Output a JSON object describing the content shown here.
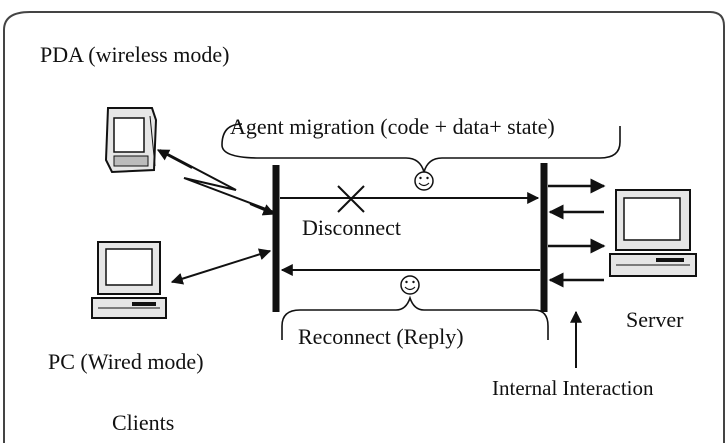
{
  "labels": {
    "pda": "PDA (wireless mode)",
    "pc": "PC (Wired mode)",
    "clients": "Clients",
    "server": "Server",
    "migration": "Agent migration (code + data+ state)",
    "disconnect": "Disconnect",
    "reconnect": "Reconnect (Reply)",
    "internal": "Internal Interaction"
  },
  "colors": {
    "ink": "#111111",
    "frame": "#444444",
    "device_fill": "#e6e6e6",
    "screen_fill": "#ffffff"
  },
  "icons": [
    "pda-device-icon",
    "pc-device-icon",
    "server-device-icon",
    "smiley-icon",
    "cross-icon"
  ]
}
